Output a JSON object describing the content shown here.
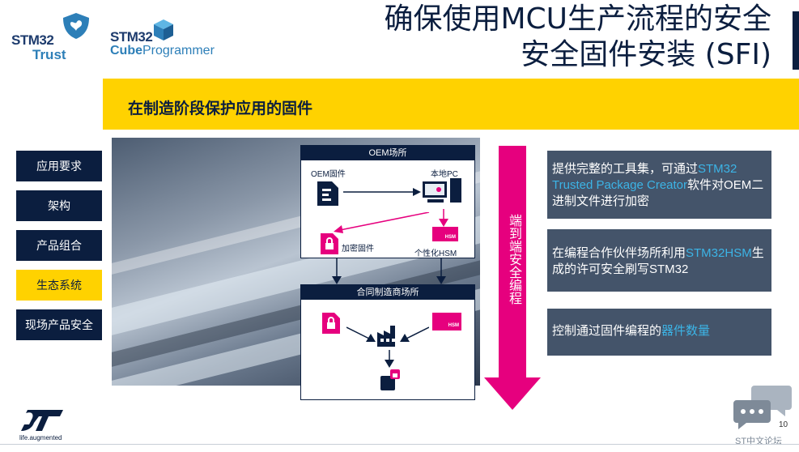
{
  "logos": {
    "stm32_trust": {
      "line1": "STM32",
      "line2": "Trust"
    },
    "cube_programmer": {
      "line1": "STM32",
      "line2_bold": "Cube",
      "line2_rest": "Programmer"
    }
  },
  "title": {
    "line1": "确保使用MCU生产流程的安全",
    "line2": "安全固件安装 (SFI)"
  },
  "banner": "在制造阶段保护应用的固件",
  "nav": [
    {
      "label": "应用要求",
      "active": false
    },
    {
      "label": "架构",
      "active": false
    },
    {
      "label": "产品组合",
      "active": false
    },
    {
      "label": "生态系统",
      "active": true
    },
    {
      "label": "现场产品安全",
      "active": false
    }
  ],
  "diagram": {
    "oem_site": "OEM场所",
    "oem_firmware": "OEM固件",
    "local_pc": "本地PC",
    "encrypted_firmware": "加密固件",
    "personalized_hsm": "个性化HSM",
    "contract_site": "合同制造商场所",
    "hsm_badge": "HSM"
  },
  "arrow_label": "端到端安全编程",
  "info_boxes": [
    {
      "before": "提供完整的工具集，可通过",
      "highlight": "STM32 Trusted Package Creator",
      "after": "软件对OEM二进制文件进行加密"
    },
    {
      "before": "在编程合作伙伴场所利用",
      "highlight": "STM32HSM",
      "after": "生成的许可安全刷写STM32"
    },
    {
      "before": "控制通过固件编程的",
      "highlight": "器件数量",
      "after": ""
    }
  ],
  "footer": {
    "tagline": "life.augmented",
    "page": "10",
    "forum": "ST中文论坛"
  },
  "colors": {
    "navy": "#0b1e3f",
    "yellow": "#ffd200",
    "magenta": "#e6007e",
    "info_bg": "#44546a",
    "highlight": "#3cb4e6"
  }
}
